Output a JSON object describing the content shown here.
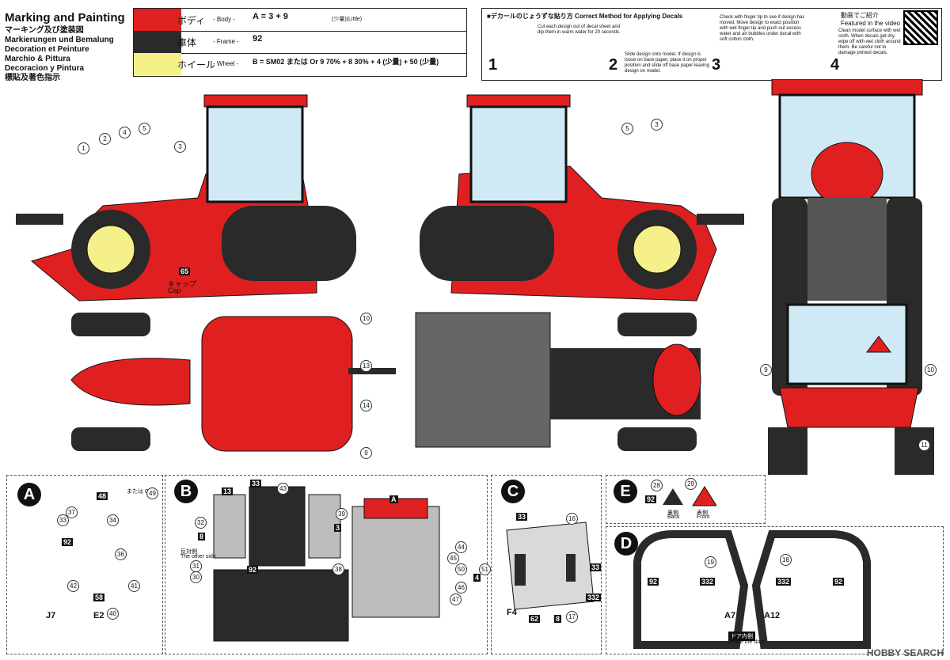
{
  "header": {
    "title": "Marking and Painting",
    "subtitles": [
      "マーキング及び塗装図",
      "Markierungen und Bemalung",
      "Decoration et Peinture",
      "Marchio & Pittura",
      "Decoracion y Pintura",
      "標貼及著色指示"
    ]
  },
  "color_table": [
    {
      "jp": "ボディ",
      "en": "- Body -",
      "swatch": "#e02020",
      "mix": "A = 3 + 9",
      "note": "(少量)(Little)"
    },
    {
      "jp": "車体",
      "en": "- Frame -",
      "swatch": "#2a2a2a",
      "mix": "92",
      "note": ""
    },
    {
      "jp": "ホイール",
      "en": "- Wheel -",
      "swatch": "#f5f08a",
      "mix": "B = SM02 または Or 9 70% + 8 30% + 4 (少量) + 50 (少量)",
      "note": ""
    }
  ],
  "decal_guide": {
    "header": "■デカールのじょうずな貼り方  Correct Method for Applying Decals",
    "video_label": "動画でご紹介",
    "video_sub": "Featured in the video",
    "steps": [
      {
        "n": "1",
        "text": "Cut each design out of decal sheet and dip them in warm water for 20 seconds."
      },
      {
        "n": "2",
        "text": "Slide design onto model. If design is loose on base paper, place it on proper position and slide off base paper leaving design on model."
      },
      {
        "n": "3",
        "text": "Check with finger tip to see if design has moved. Move design to exact position with wet finger tip and push out excess water and air bubbles under decal with soft cotton cloth."
      },
      {
        "n": "4",
        "text": "Clean model surface with wet cloth. When decals get dry, wipe off with wet cloth around them. Be careful not to damage printed decals."
      }
    ]
  },
  "colors": {
    "red": "#e02020",
    "dark": "#2a2a2a",
    "wheel": "#f5f08a",
    "grey": "#bdbdbd"
  },
  "side_left_callouts": [
    "1",
    "2",
    "3",
    "4",
    "5"
  ],
  "side_right_callouts": [
    "5",
    "3"
  ],
  "cap_label": {
    "num": "65",
    "jp": "キャップ",
    "en": "Cap"
  },
  "top_callouts": [
    "10",
    "13",
    "14",
    "9"
  ],
  "rear_callouts": [
    "9",
    "10",
    "11"
  ],
  "sections": {
    "A": {
      "letter": "A",
      "parts": [
        "48",
        "33",
        "34",
        "36",
        "92",
        "37"
      ],
      "alt": "または Or",
      "alt_num": "49",
      "sub": [
        "42",
        "41",
        "58",
        "40",
        "J7",
        "E2"
      ]
    },
    "B": {
      "letter": "B",
      "parts": [
        "13",
        "33",
        "43",
        "32",
        "8",
        "3",
        "92",
        "30",
        "31",
        "39",
        "38",
        "44",
        "45",
        "50",
        "51",
        "46",
        "47",
        "4",
        "A"
      ],
      "other_side_jp": "反対側",
      "other_side_en": "The other side"
    },
    "C": {
      "letter": "C",
      "parts": [
        "33",
        "16",
        "33",
        "62",
        "8",
        "17",
        "332",
        "F4"
      ]
    },
    "E": {
      "letter": "E",
      "parts": [
        "28",
        "29",
        "92"
      ],
      "back_jp": "裏側",
      "back_en": "Back",
      "front_jp": "表側",
      "front_en": "Front"
    },
    "D": {
      "letter": "D",
      "parts": [
        "19",
        "92",
        "332",
        "18",
        "332",
        "92"
      ],
      "frames": [
        "A7",
        "A12"
      ],
      "door_jp": "ドア内側",
      "door_en": "Inside the door"
    }
  },
  "watermark": "HOBBY SEARCH"
}
